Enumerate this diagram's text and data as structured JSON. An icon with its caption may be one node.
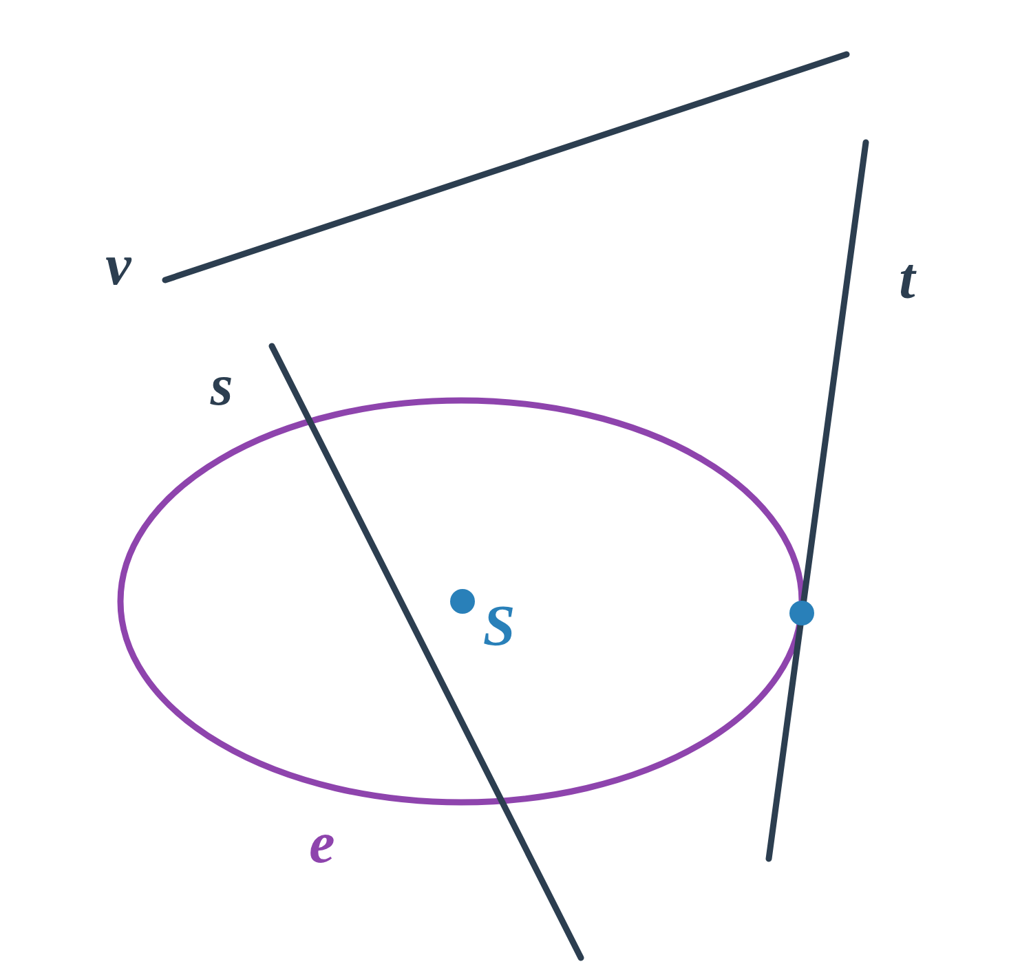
{
  "diagram": {
    "labels": [
      "v",
      "t",
      "s",
      "S",
      "e"
    ]
  }
}
